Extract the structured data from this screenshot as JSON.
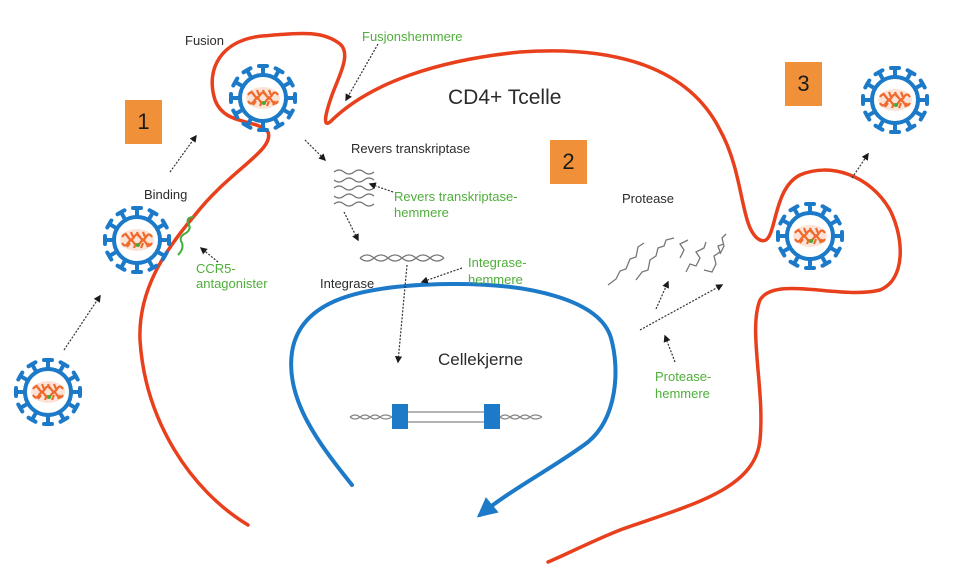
{
  "title": "CD4+ Tcelle",
  "colors": {
    "membrane": "#e8401c",
    "nucleus": "#1c7ac8",
    "virus": "#1c7ac8",
    "rna": "#ef6a2c",
    "inhibitor_text": "#4fae3a",
    "step_badge": "#f0913a",
    "label_text": "#2b2b2b"
  },
  "steps": [
    {
      "number": "1"
    },
    {
      "number": "2"
    },
    {
      "number": "3"
    }
  ],
  "labels": {
    "fusion": "Fusion",
    "binding": "Binding",
    "cell": "CD4+ Tcelle",
    "reverse_transcriptase": "Revers transkriptase",
    "integrase": "Integrase",
    "nucleus": "Cellekjerne",
    "protease": "Protease"
  },
  "inhibitors": {
    "fusion": "Fusjonshemmere",
    "ccr5_line1": "CCR5-",
    "ccr5_line2": "antagonister",
    "rt_line1": "Revers transkriptase-",
    "rt_line2": "hemmere",
    "integrase_line1": "Integrase-",
    "integrase_line2": "hemmere",
    "protease_line1": "Protease-",
    "protease_line2": "hemmere"
  }
}
